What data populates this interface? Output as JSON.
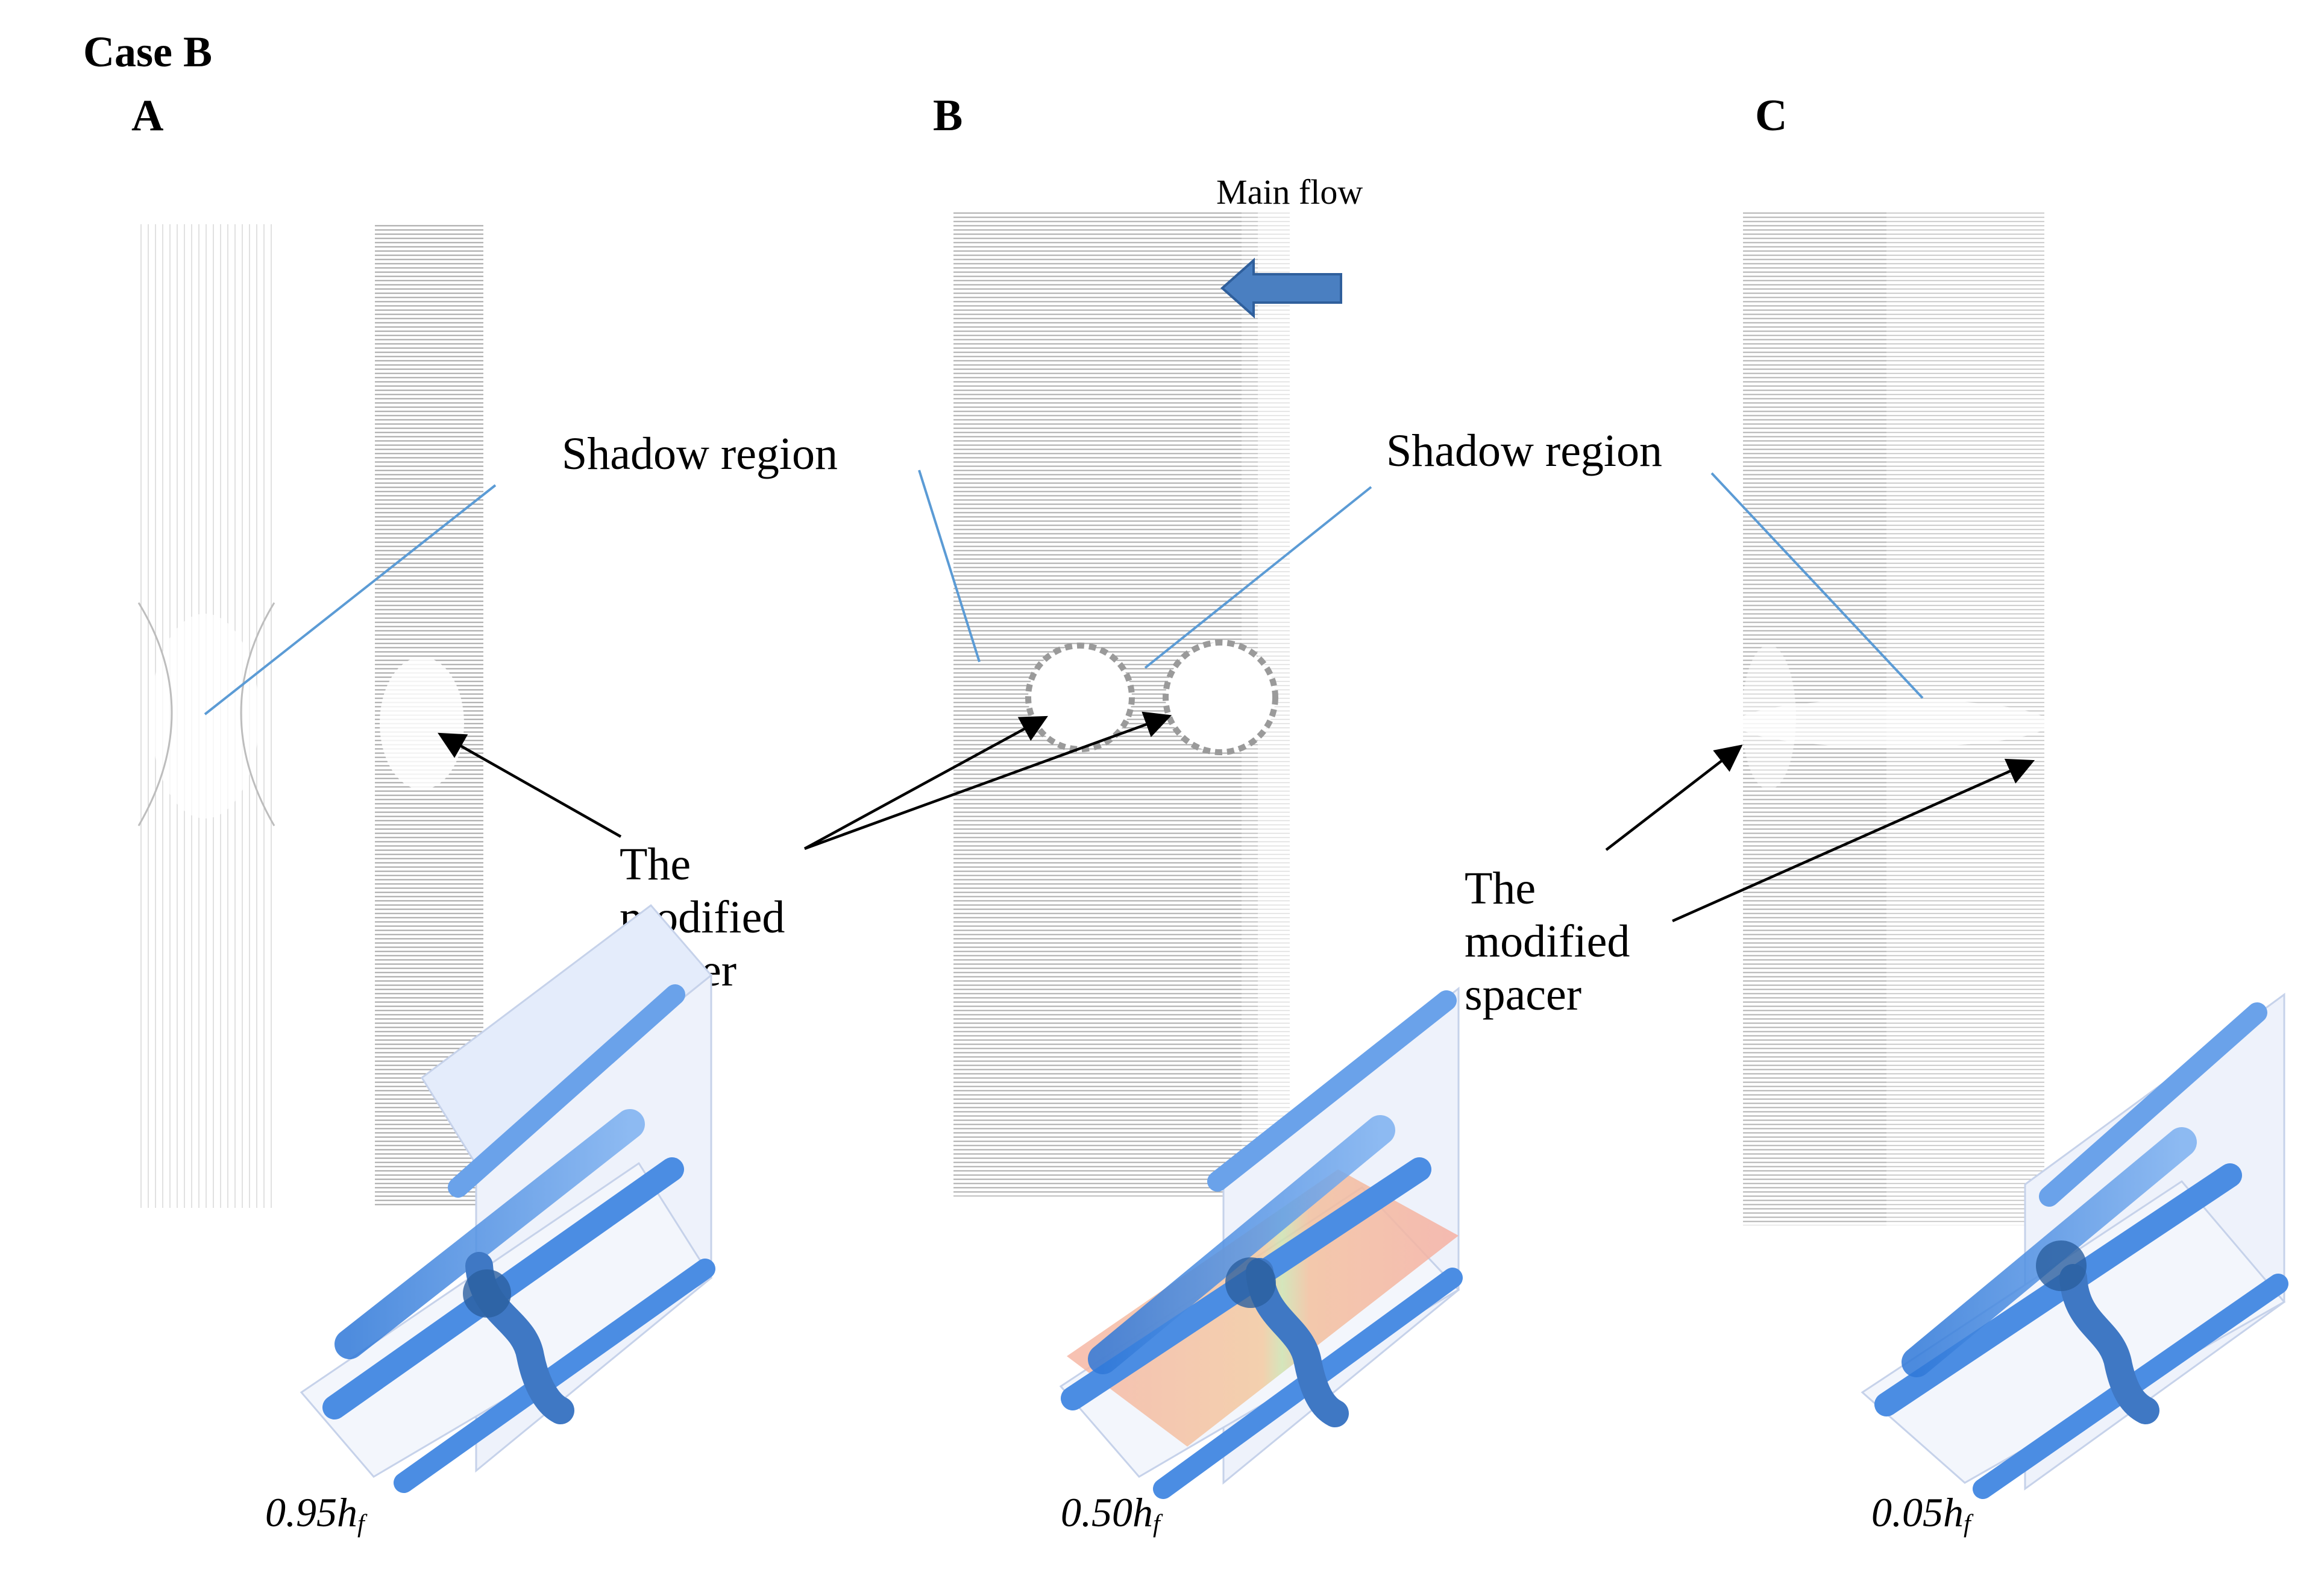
{
  "figure": {
    "case_title": "Case B",
    "panels": [
      {
        "letter": "A",
        "height_label": "0.95",
        "height_sub": "f"
      },
      {
        "letter": "B",
        "height_label": "0.50",
        "height_sub": "f"
      },
      {
        "letter": "C",
        "height_label": "0.05",
        "height_sub": "f"
      }
    ],
    "annotations": {
      "main_flow": "Main flow",
      "shadow_region": "Shadow region",
      "modified_spacer_lines": [
        "The",
        "modified",
        "spacer"
      ]
    },
    "colors": {
      "leader_line": "#5b9bd5",
      "flow_arrow": "#4a7fc1",
      "spacer_blue": "#3d85e0",
      "flow_field_gray": "#8a8a8a"
    },
    "icons": [
      "main-flow-arrow-icon"
    ]
  }
}
